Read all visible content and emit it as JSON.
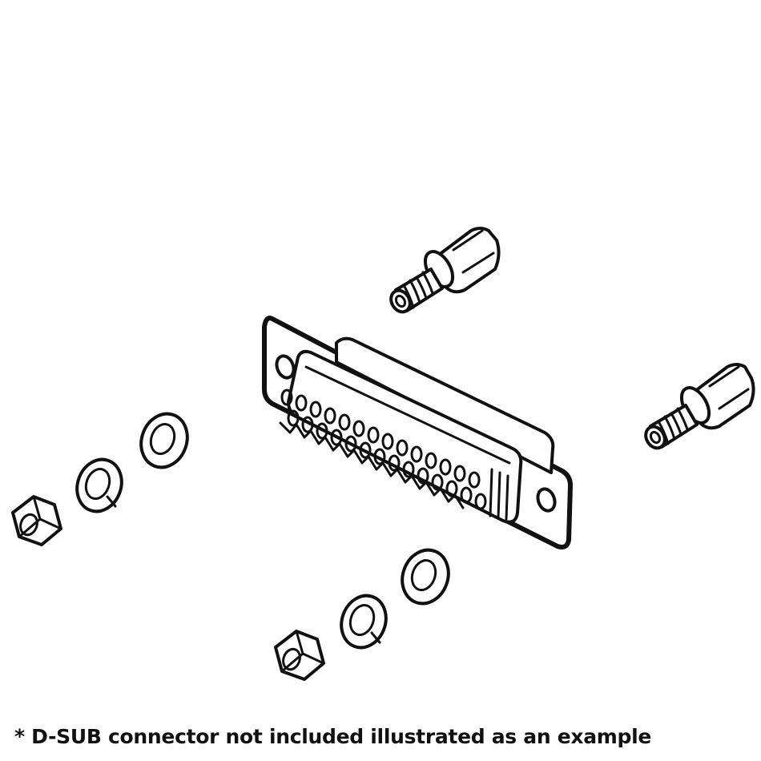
{
  "figure": {
    "caption": "* D-SUB connector not included illustrated as an example",
    "line_color": "#111111",
    "background": "#ffffff",
    "parts": [
      {
        "id": "dsub-connector",
        "label": "D-SUB connector (not included, example)",
        "count": 1
      },
      {
        "id": "jack-screw",
        "label": "Jack screw (hex standoff with threaded stud)",
        "count": 2
      },
      {
        "id": "flat-washer",
        "label": "Flat washer",
        "count": 2
      },
      {
        "id": "split-lock-washer",
        "label": "Split lock washer",
        "count": 2
      },
      {
        "id": "hex-nut",
        "label": "Hex nut",
        "count": 2
      }
    ]
  }
}
